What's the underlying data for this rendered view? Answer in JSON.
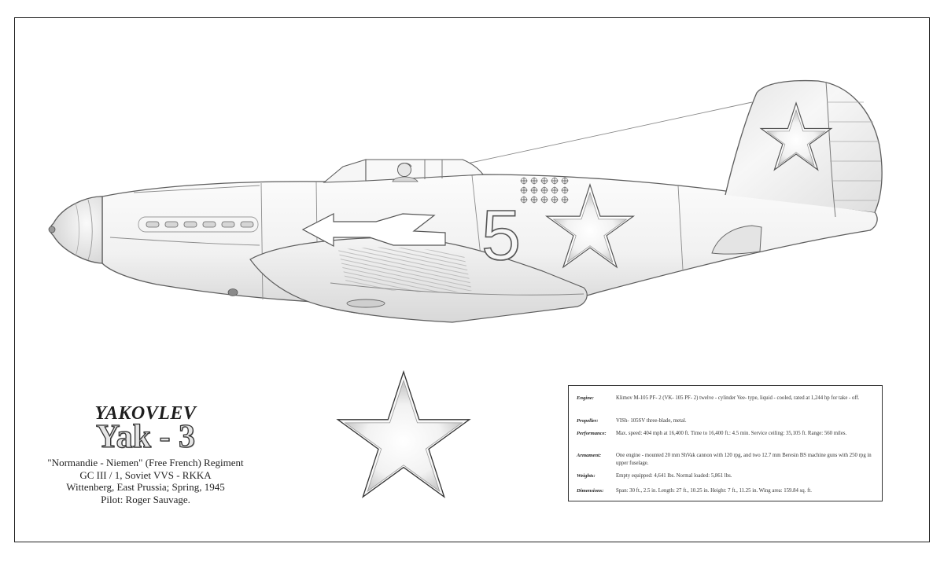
{
  "title": {
    "maker": "YAKOVLEV",
    "model": "Yak - 3"
  },
  "caption": [
    "\"Normandie - Niemen\" (Free French) Regiment",
    "GC III / 1, Soviet VVS - RKKA",
    "Wittenberg, East Prussia; Spring, 1945",
    "Pilot: Roger Sauvage."
  ],
  "markings": {
    "tactical_number": "5"
  },
  "specs": [
    {
      "label": "Engine:",
      "value": "Klimov M-105 PF- 2 (VK- 105 PF- 2) twelve - cylinder Vee- type, liquid - cooled, rated at 1,244 hp for take - off."
    },
    {
      "label": "Propeller:",
      "value": "VISh- 105SV three-blade, metal."
    },
    {
      "label": "Performance:",
      "value": "Max. speed: 404 mph at 16,400 ft. Time to 16,400 ft.: 4.5 min. Service ceiling: 35,105 ft. Range: 560 miles."
    },
    {
      "label": "Armament:",
      "value": "One engine - mounted 20 mm ShVak cannon with 120 rpg, and two 12.7 mm Beresin BS machine guns with 250 rpg in upper fuselage."
    },
    {
      "label": "Weights:",
      "value": "Empty equipped: 4,641 lbs. Normal loaded: 5,861 lbs."
    },
    {
      "label": "Dimensions:",
      "value": "Span: 30 ft., 2.5 in. Length: 27 ft., 10.25 in. Height: 7 ft., 11.25 in. Wing area: 159.84 sq. ft."
    }
  ],
  "colors": {
    "ink": "#222222",
    "paper": "#ffffff",
    "pencil_gray": "#666666"
  }
}
